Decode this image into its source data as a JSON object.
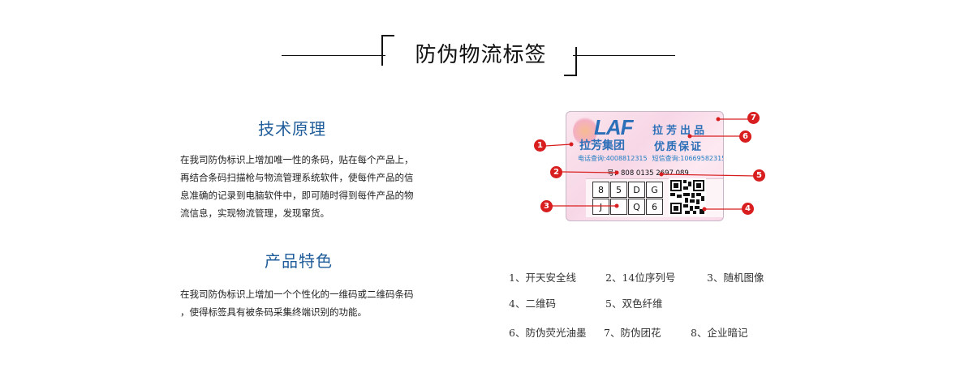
{
  "header": {
    "title": "防伪物流标签"
  },
  "tech": {
    "title": "技术原理",
    "lines": [
      "在我司防伪标识上增加唯一性的条码，贴在每个产品上，",
      "再结合条码扫描枪与物流管理系统软件，使每件产品的信",
      "息准确的记录到电脑软件中，即可随时得到每件产品的物",
      "流信息，实现物流管理，发现窜货。"
    ]
  },
  "product": {
    "title": "产品特色",
    "lines": [
      "在我司防伪标识上增加一个个性化的一维码或二维码条码",
      "，使得标签具有被条码采集终端识别的功能。"
    ]
  },
  "label_image": {
    "logo": "LAF",
    "brand_top": "拉芳出品",
    "brand_group": "拉芳集团",
    "quality": "优质保证",
    "phone_query": "电话查询:4008812315",
    "sms_query": "短信查询:10669582315",
    "serial": "号：808 0135 2697 089",
    "code_cells": [
      "8",
      "5",
      "D",
      "G",
      "J",
      "",
      "Q",
      "6"
    ]
  },
  "callouts": [
    "1",
    "2",
    "3",
    "4",
    "5",
    "6",
    "7"
  ],
  "colors": {
    "accent": "#1f5c9a",
    "badge": "#d81e1e",
    "label_blue": "#2a6fb8"
  },
  "features": [
    "1、开天安全线",
    "2、14位序列号",
    "3、随机图像",
    "4、二维码",
    "5、双色纤维",
    "6、防伪荧光油墨",
    "7、防伪团花",
    "8、企业暗记"
  ]
}
